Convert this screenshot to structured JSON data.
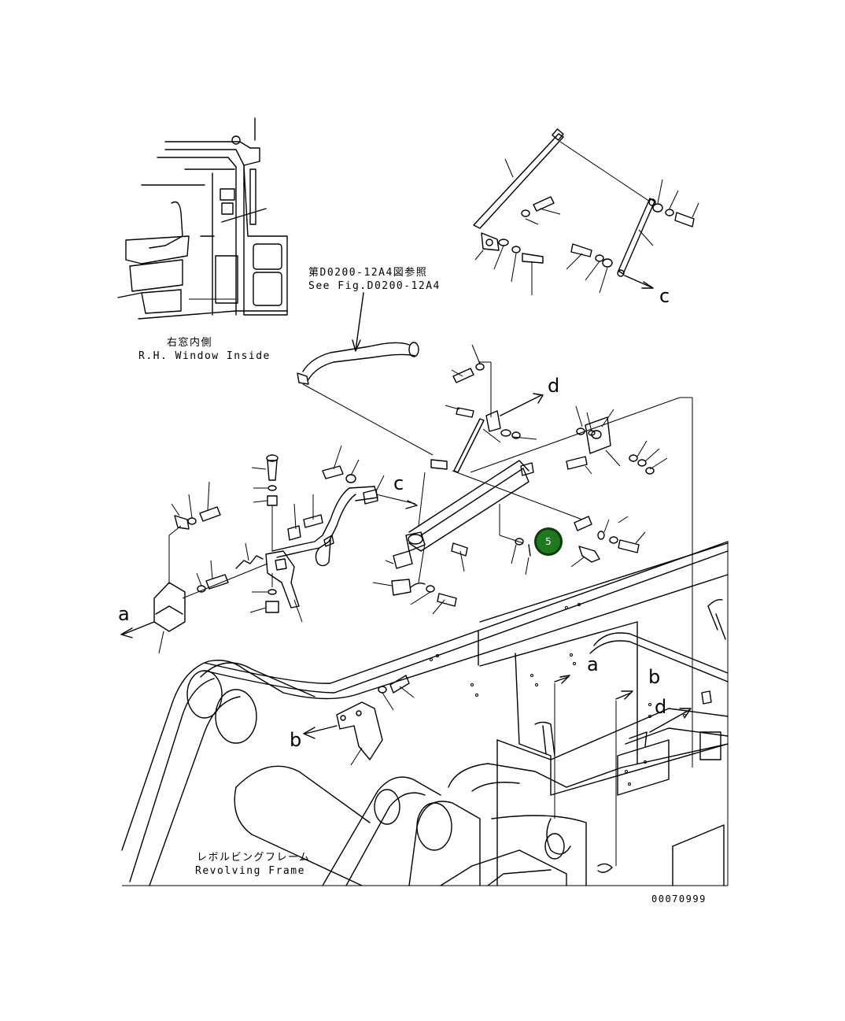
{
  "notes": {
    "see_fig_jp": "第D0200-12A4図参照",
    "see_fig_en": "See Fig.D0200-12A4",
    "window_jp": "右窓内側",
    "window_en": "R.H. Window Inside",
    "frame_jp": "レボルビングフレーム",
    "frame_en": "Revolving Frame",
    "drawing_number": "00070999"
  },
  "reference_letters": {
    "a1": "a",
    "a2": "a",
    "b1": "b",
    "b2": "b",
    "c1": "c",
    "c2": "c",
    "d1": "d",
    "d2": "d"
  },
  "callout": {
    "label": "5",
    "fill_color": "#1f7a1f"
  }
}
